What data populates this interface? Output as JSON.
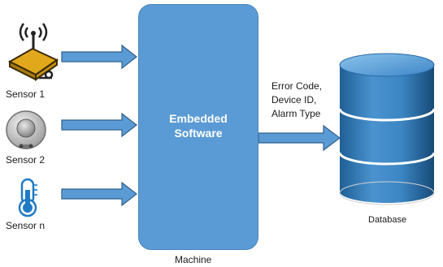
{
  "machine": {
    "title_line1": "Embedded",
    "title_line2": "Software",
    "label": "Machine",
    "fill": "#5b9bd5"
  },
  "sensors": [
    {
      "label": "Sensor 1",
      "icon": "wireless-sensor-icon"
    },
    {
      "label": "Sensor 2",
      "icon": "motion-sensor-icon"
    },
    {
      "label": "Sensor n",
      "icon": "thermometer-icon"
    }
  ],
  "output": {
    "lines": [
      "Error Code,",
      "Device ID,",
      "Alarm Type"
    ]
  },
  "database": {
    "label": "Database",
    "icon": "database-icon",
    "fill": "#2e75b6"
  }
}
